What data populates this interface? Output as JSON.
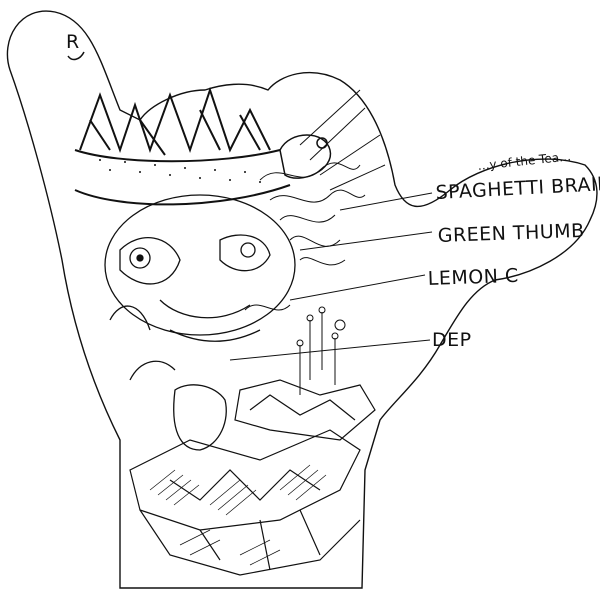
{
  "labels": {
    "top_partial": "R",
    "partial_line": "…y of the Tea…",
    "spaghetti": "SPAGHETTI BRAIN",
    "green_thumb": "GREEN THUMB",
    "lemon": "LEMON C",
    "dep": "DEP"
  },
  "colors": {
    "ink": "#111111",
    "paper": "#ffffff"
  }
}
